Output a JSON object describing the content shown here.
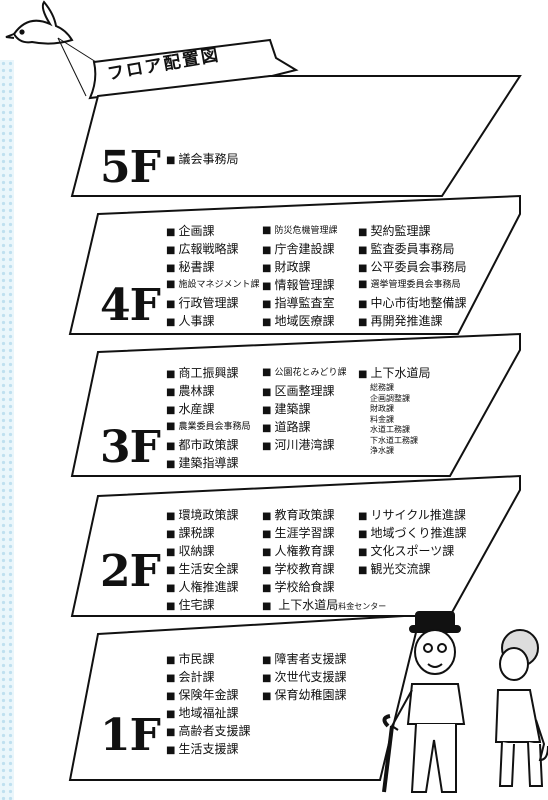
{
  "title": "フロア配置図",
  "floors": [
    {
      "label": "5F",
      "items": [
        "議会事務局"
      ]
    },
    {
      "label": "4F",
      "col1": [
        "企画課",
        "広報戦略課",
        "秘書課",
        "施設マネジメント課",
        "行政管理課",
        "人事課"
      ],
      "col2": [
        "防災危機管理課",
        "庁舎建設課",
        "財政課",
        "情報管理課",
        "指導監査室",
        "地域医療課"
      ],
      "col3": [
        "契約監理課",
        "監査委員事務局",
        "公平委員会事務局",
        "選挙管理委員会事務局",
        "中心市街地整備課",
        "再開発推進課"
      ]
    },
    {
      "label": "3F",
      "col1": [
        "商工振興課",
        "農林課",
        "水産課",
        "農業委員会事務局",
        "都市政策課",
        "建築指導課"
      ],
      "col2": [
        "公園花とみどり課",
        "区画整理課",
        "建築課",
        "道路課",
        "河川港湾課"
      ],
      "col3_head": "上下水道局",
      "col3_sub": [
        "総務課",
        "企画調整課",
        "財政課",
        "料金課",
        "水道工務課",
        "下水道工務課",
        "浄水課"
      ]
    },
    {
      "label": "2F",
      "col1": [
        "環境政策課",
        "課税課",
        "収納課",
        "生活安全課",
        "人権推進課",
        "住宅課"
      ],
      "col2": [
        "教育政策課",
        "生涯学習課",
        "人権教育課",
        "学校教育課",
        "学校給食課"
      ],
      "col2_last": "上下水道局",
      "col2_last_note": "料金センター",
      "col3": [
        "リサイクル推進課",
        "地域づくり推進課",
        "文化スポーツ課",
        "観光交流課"
      ]
    },
    {
      "label": "1F",
      "col1": [
        "市民課",
        "会計課",
        "保険年金課",
        "地域福祉課",
        "高齢者支援課",
        "生活支援課"
      ],
      "col2": [
        "障害者支援課",
        "次世代支援課",
        "保育幼稚園課"
      ]
    }
  ]
}
